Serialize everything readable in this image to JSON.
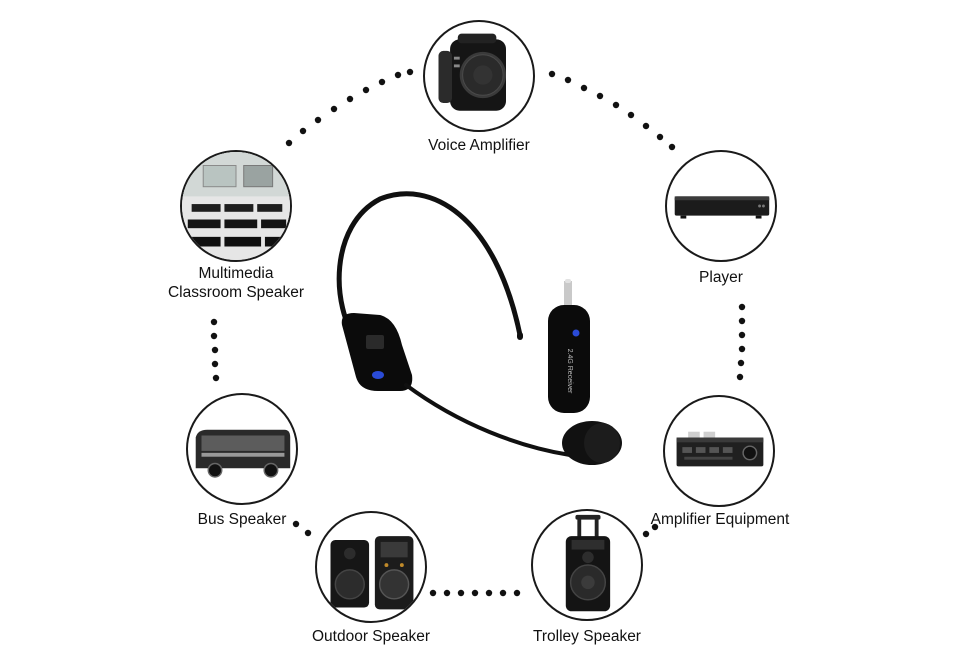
{
  "items": [
    {
      "id": "voice-amplifier",
      "label": "Voice Amplifier",
      "icon": "portable-speaker-icon"
    },
    {
      "id": "player",
      "label": "Player",
      "icon": "dvd-player-icon"
    },
    {
      "id": "amplifier-equipment",
      "label": "Amplifier Equipment",
      "icon": "amplifier-icon"
    },
    {
      "id": "trolley-speaker",
      "label": "Trolley Speaker",
      "icon": "trolley-speaker-icon"
    },
    {
      "id": "outdoor-speaker",
      "label": "Outdoor Speaker",
      "icon": "pa-speaker-icon"
    },
    {
      "id": "bus-speaker",
      "label": "Bus Speaker",
      "icon": "bus-icon"
    },
    {
      "id": "multimedia-classroom",
      "label_line1": "Multimedia",
      "label_line2": "Classroom Speaker",
      "icon": "classroom-icon"
    }
  ],
  "center": {
    "receiver_text": "2.4G Receiver"
  },
  "colors": {
    "outline": "#1a1a1a",
    "product": "#0e0e0e",
    "accent_led": "#2a4bd7"
  }
}
